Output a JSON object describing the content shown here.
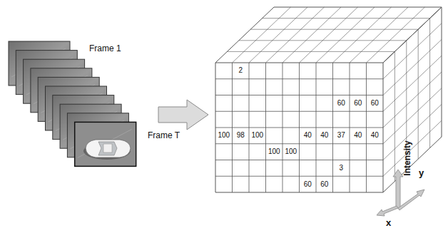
{
  "diagram": {
    "labels": [
      "Frame 1",
      "Frame T",
      "2",
      "60",
      "60",
      "60",
      "100",
      "98",
      "100",
      "40",
      "40",
      "37",
      "40",
      "40",
      "100",
      "100",
      "3",
      "60",
      "60",
      "Intensity",
      "y",
      "x"
    ]
  }
}
